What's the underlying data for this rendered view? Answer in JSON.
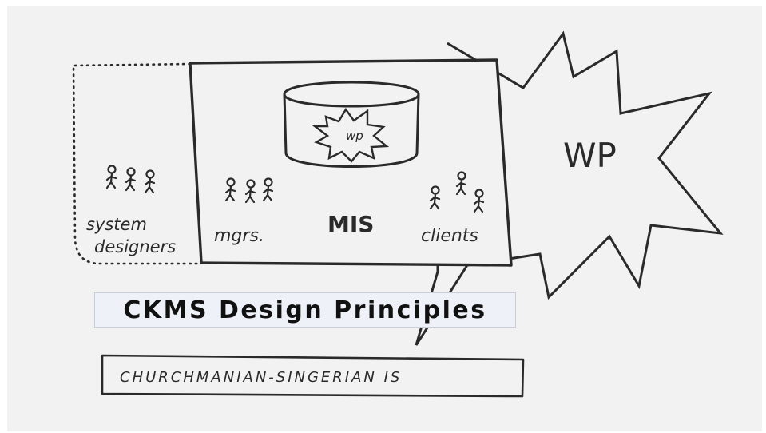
{
  "title": "CKMS Design Principles",
  "sketch": {
    "wp_small": "wp",
    "wp_large": "WP",
    "groups": {
      "system_designers_line1": "system",
      "system_designers_line2": "designers",
      "managers": "mgrs.",
      "mis": "MIS",
      "clients": "clients"
    },
    "bottom_box": "CHURCHMANIAN-SINGERIAN IS"
  },
  "colors": {
    "ink": "#2a2a2a",
    "paper": "#f2f2f2",
    "title_bg": "#eef2f8"
  }
}
